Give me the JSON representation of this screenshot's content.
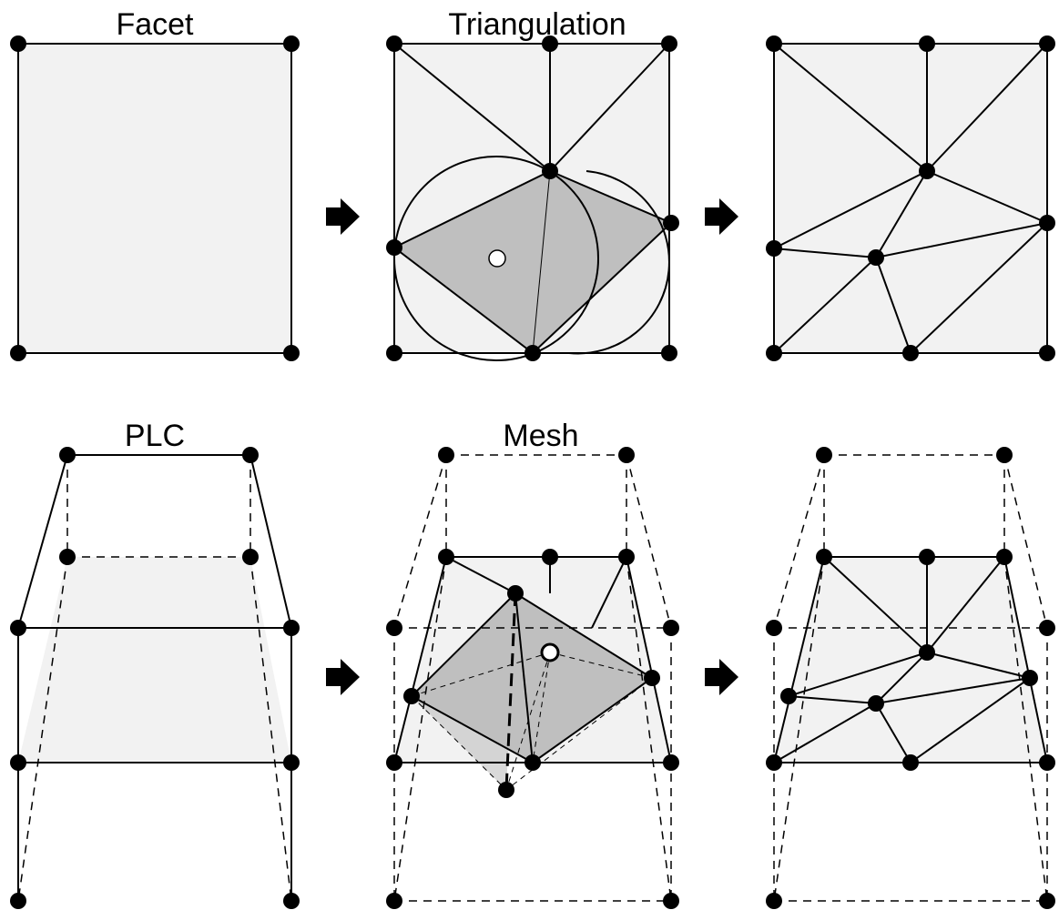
{
  "labels": {
    "facet": "Facet",
    "triangulation": "Triangulation",
    "plc": "PLC",
    "mesh": "Mesh"
  },
  "colors": {
    "light_fill": "#f2f2f2",
    "dark_fill": "#bfbfbf",
    "stroke": "#000000",
    "vertex": "#000000",
    "highlight_vertex": "#ffffff"
  },
  "arrows": [
    "right-arrow",
    "right-arrow",
    "right-arrow",
    "right-arrow"
  ]
}
